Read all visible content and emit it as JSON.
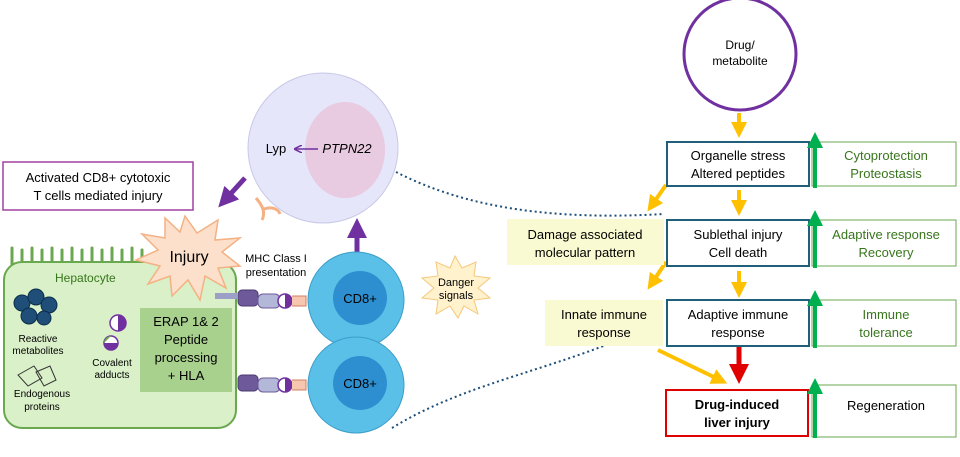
{
  "left": {
    "activated_label_1": "Activated CD8+ cytotoxic",
    "activated_label_2": "T cells mediated injury",
    "hepatocyte": "Hepatocyte",
    "injury": "Injury",
    "reactive_1": "Reactive",
    "reactive_2": "metabolites",
    "covalent_1": "Covalent",
    "covalent_2": "adducts",
    "endogenous_1": "Endogenous",
    "endogenous_2": "proteins",
    "erap_1": "ERAP 1& 2",
    "erap_2": "Peptide",
    "erap_3": "processing",
    "erap_4": "+ HLA",
    "mhc_1": "MHC Class I",
    "mhc_2": "presentation",
    "lyp": "Lyp",
    "ptpn22": "PTPN22",
    "cd8_top": "CD8+",
    "cd8_bottom": "CD8+",
    "danger_1": "Danger",
    "danger_2": "signals"
  },
  "right": {
    "drug_1": "Drug/",
    "drug_2": "metabolite",
    "organelle_1": "Organelle stress",
    "organelle_2": "Altered peptides",
    "cyto_1": "Cytoprotection",
    "cyto_2": "Proteostasis",
    "damp_1": "Damage associated",
    "damp_2": "molecular pattern",
    "sublethal_1": "Sublethal injury",
    "sublethal_2": "Cell death",
    "adaptive_resp_1": "Adaptive response",
    "adaptive_resp_2": "Recovery",
    "innate_1": "Innate immune",
    "innate_2": "response",
    "adaptive_imm_1": "Adaptive immune",
    "adaptive_imm_2": "response",
    "tolerance_1": "Immune",
    "tolerance_2": "tolerance",
    "dili_1": "Drug-induced",
    "dili_2": "liver injury",
    "regeneration": "Regeneration"
  },
  "colors": {
    "purple": "#7030a0",
    "orange": "#ffc000",
    "green": "#00b050",
    "red": "#e00000",
    "teal": "#1f5f7a",
    "cell_blue": "#5bc0e8",
    "nucleus_blue": "#2e8fd0",
    "hepatocyte_fill": "#d9f0c8",
    "hepatocyte_stroke": "#6aa84f",
    "text_green": "#38761d",
    "lavender": "#e6e6fa",
    "pink": "#e8c4dc",
    "box_yellow": "#fafad2",
    "dotted_line": "#1f4e79"
  }
}
